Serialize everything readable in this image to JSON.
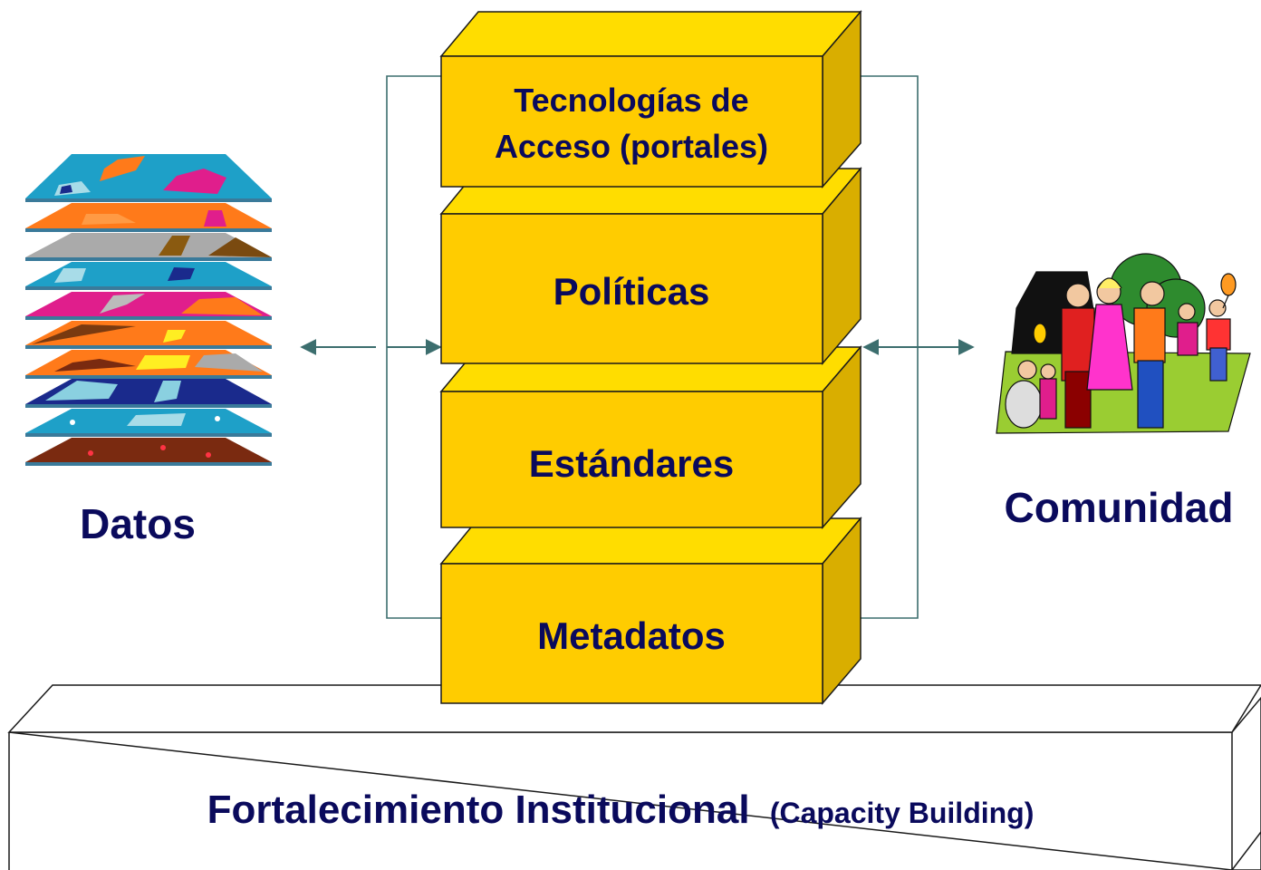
{
  "diagram": {
    "blocks": {
      "access_line1": "Tecnologías de",
      "access_line2": "Acceso (portales)",
      "policies": "Políticas",
      "standards": "Estándares",
      "metadata": "Metadatos"
    },
    "left_label": "Datos",
    "right_label": "Comunidad",
    "foundation": {
      "main": "Fortalecimiento Institucional",
      "sub": "(Capacity Building)"
    },
    "colors": {
      "block_front": "#FFCC00",
      "block_top": "#FFDD00",
      "block_side": "#D9AE00",
      "text": "#0A0A5C",
      "connector": "#3C6E6E"
    }
  }
}
